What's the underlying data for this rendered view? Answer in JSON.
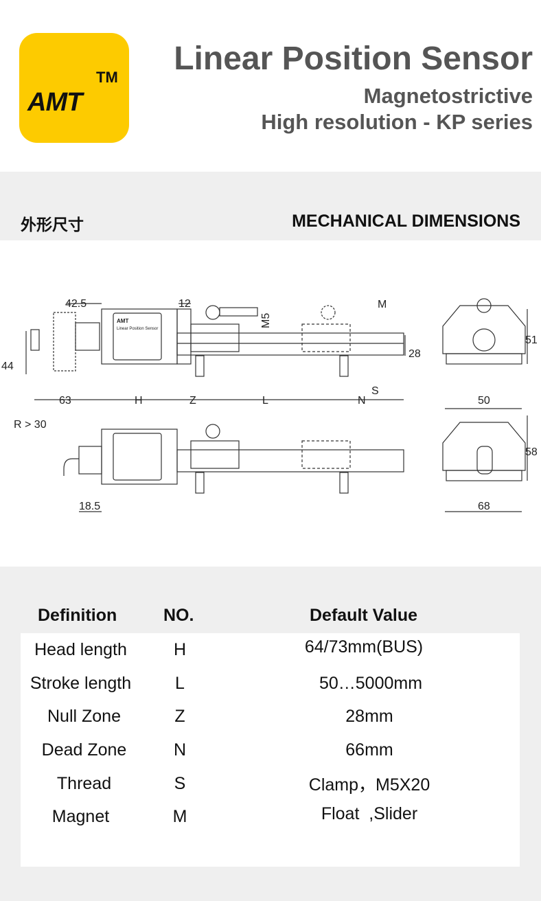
{
  "brand": {
    "logo_text": "AMT",
    "trademark": "TM",
    "color": "#fdcb00"
  },
  "header": {
    "title": "Linear Position Sensor",
    "subtitle1": "Magnetostrictive",
    "subtitle2": "High resolution - KP series"
  },
  "section": {
    "title_cn": "外形尺寸",
    "title_en": "MECHANICAL DIMENSIONS"
  },
  "drawing": {
    "dims": {
      "d42_5": "42.5",
      "d12": "12",
      "m5": "M5",
      "m": "M",
      "d28": "28",
      "d51": "51",
      "d44": "44",
      "s": "S",
      "d63": "63",
      "h": "H",
      "z": "Z",
      "l": "L",
      "n": "N",
      "d50": "50",
      "r30": "R > 30",
      "d58": "58",
      "d18_5": "18.5",
      "d68": "68"
    },
    "label_brand": "AMT",
    "label_product": "Linear Position Sensor"
  },
  "table": {
    "headers": [
      "Definition",
      "NO.",
      "Default Value"
    ],
    "rows": [
      {
        "definition": "Head length",
        "no": "H",
        "value": "64/73mm(BUS)"
      },
      {
        "definition": "Stroke length",
        "no": "L",
        "value": "50…5000mm"
      },
      {
        "definition": "Null Zone",
        "no": "Z",
        "value": "28mm"
      },
      {
        "definition": "Dead Zone",
        "no": "N",
        "value": "66mm"
      },
      {
        "definition": "Thread",
        "no": "S",
        "value": "Clamp，M5X20"
      },
      {
        "definition": "Magnet",
        "no": "M",
        "value": "Float  ,Slider"
      }
    ]
  }
}
